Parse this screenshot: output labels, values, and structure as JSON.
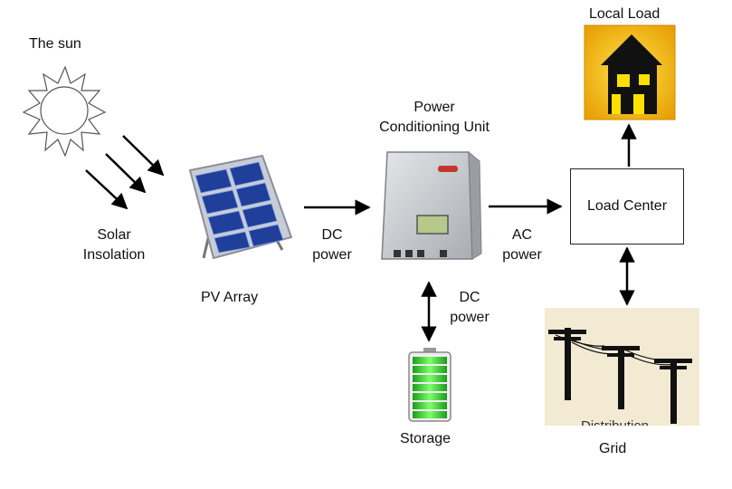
{
  "nodes": {
    "sun": "The sun",
    "insolation": [
      "Solar",
      "Insolation"
    ],
    "pv_array": "PV Array",
    "pcu": [
      "Power",
      "Conditioning Unit"
    ],
    "storage": "Storage",
    "load_center": "Load Center",
    "local_load": "Local Load",
    "grid": "Grid",
    "grid_partial": "Distribution"
  },
  "edges": {
    "pv_to_pcu": [
      "DC",
      "power"
    ],
    "pcu_to_lc": [
      "AC",
      "power"
    ],
    "pcu_storage": [
      "DC",
      "power"
    ]
  },
  "colors": {
    "house_bg": "#f5c400",
    "grid_bg": "#f2ead3",
    "battery": "#3cc83c",
    "pcu_body": "#c9ccd0",
    "panel": "#1f3f9a"
  }
}
